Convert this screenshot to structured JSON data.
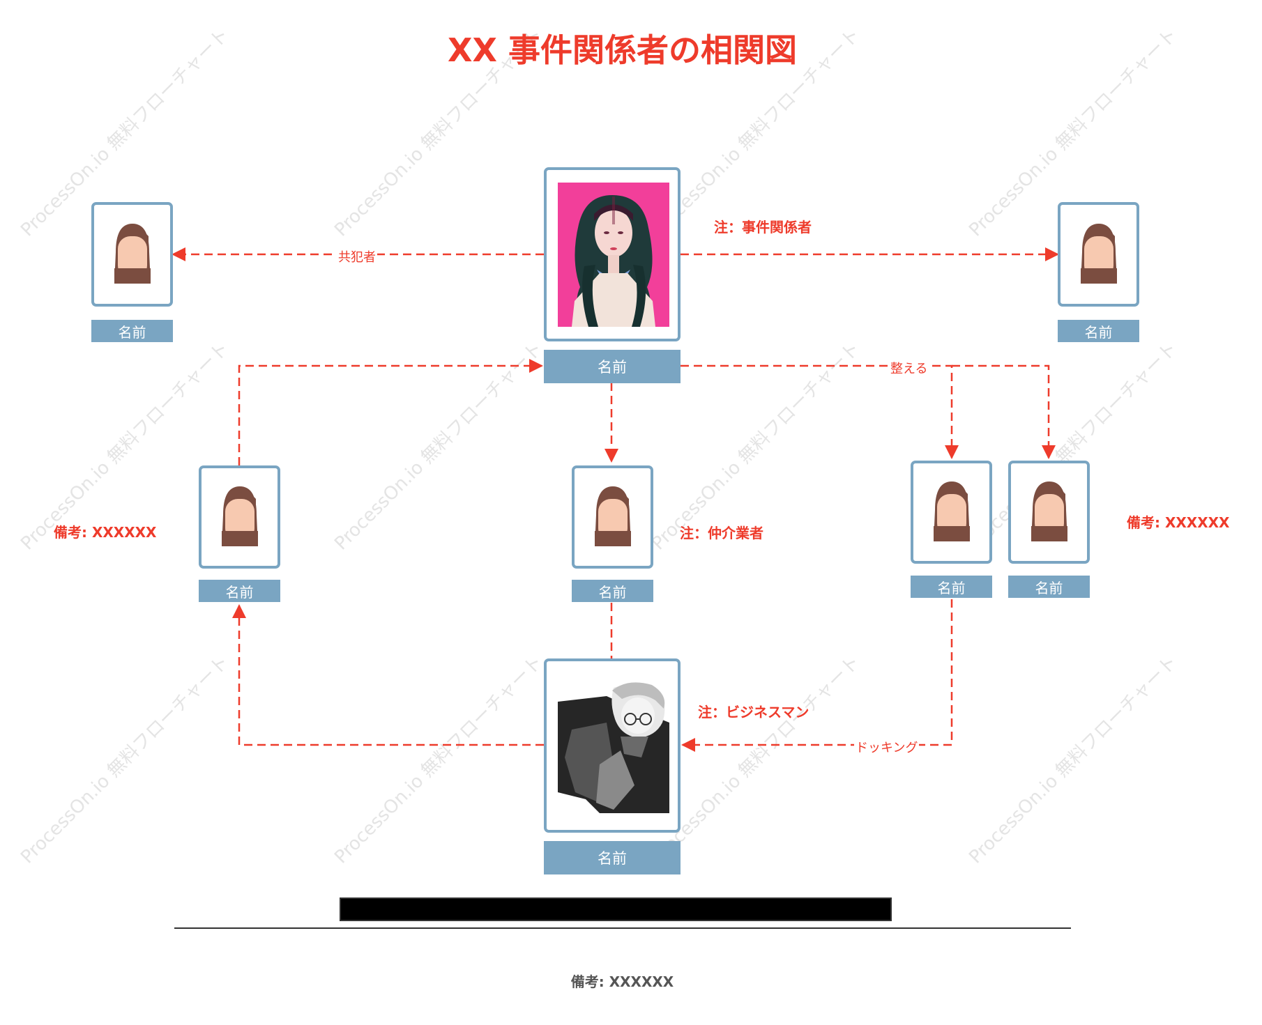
{
  "title": "XX 事件関係者の相関図",
  "watermark_text": "ProcessOn.io 無料フローチャート",
  "accent_color": "#ee3b2b",
  "card_border_color": "#7aa5c2",
  "label_bg_color": "#7aa5c2",
  "persons": [
    {
      "id": "center-top",
      "label": "名前",
      "photo": "pink-hair-woman-illustration"
    },
    {
      "id": "left-top",
      "label": "名前",
      "photo": "woman-avatar-icon"
    },
    {
      "id": "right-top",
      "label": "名前",
      "photo": "woman-avatar-icon"
    },
    {
      "id": "left-mid",
      "label": "名前",
      "photo": "woman-avatar-icon"
    },
    {
      "id": "center-mid",
      "label": "名前",
      "photo": "woman-avatar-icon"
    },
    {
      "id": "right-mid-1",
      "label": "名前",
      "photo": "woman-avatar-icon"
    },
    {
      "id": "right-mid-2",
      "label": "名前",
      "photo": "woman-avatar-icon"
    },
    {
      "id": "center-bottom",
      "label": "名前",
      "photo": "monochrome-man-illustration"
    }
  ],
  "notes": {
    "center_top": "注：事件関係者",
    "center_mid": "注：仲介業者",
    "center_bottom": "注：ビジネスマン",
    "left_mid": "備考: XXXXXX",
    "right_mid": "備考: XXXXXX"
  },
  "edge_labels": {
    "accomplice": "共犯者",
    "arrange": "整える",
    "docking": "ドッキング"
  },
  "footer": {
    "remark": "備考: XXXXXX"
  }
}
